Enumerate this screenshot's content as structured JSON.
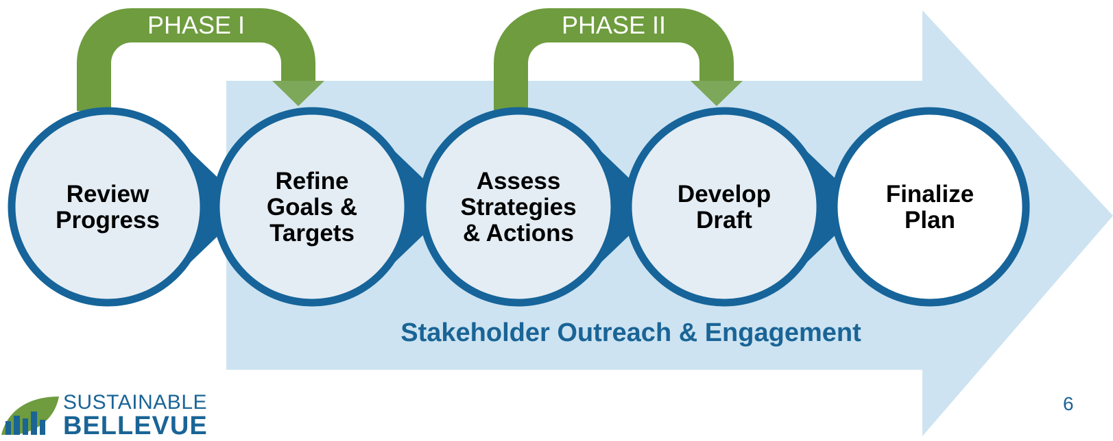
{
  "colors": {
    "band": "#cde3f1",
    "circle_fill": "#e4edf4",
    "circle_last_fill": "#ffffff",
    "circle_stroke": "#16649a",
    "phase_green": "#6e9c3e",
    "text_blue": "#1a6496"
  },
  "phases": [
    {
      "label": "PHASE I"
    },
    {
      "label": "PHASE II"
    }
  ],
  "steps": [
    {
      "lines": [
        "Review",
        "Progress"
      ]
    },
    {
      "lines": [
        "Refine",
        "Goals &",
        "Targets"
      ]
    },
    {
      "lines": [
        "Assess",
        "Strategies",
        "& Actions"
      ]
    },
    {
      "lines": [
        "Develop",
        "Draft"
      ]
    },
    {
      "lines": [
        "Finalize",
        "Plan"
      ]
    }
  ],
  "band_label": "Stakeholder Outreach & Engagement",
  "logo": {
    "top": "SUSTAINABLE",
    "bottom": "BELLEVUE"
  },
  "slide_number": "6"
}
